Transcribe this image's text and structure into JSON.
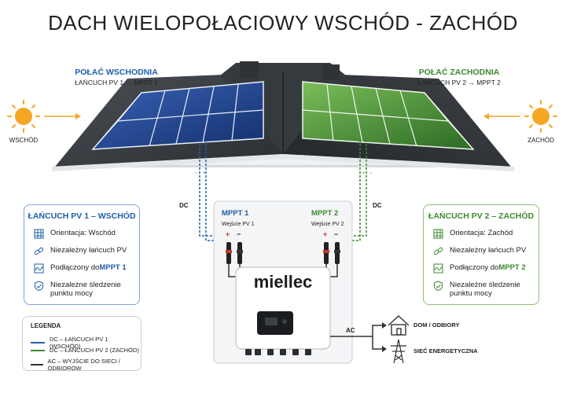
{
  "title": "DACH WIELOPOŁACIOWY WSCHÓD - ZACHÓD",
  "east_roof": {
    "title": "POŁAĆ WSCHODNIA",
    "subtitle": "ŁAŃCUCH PV 1 → MPPT 1"
  },
  "west_roof": {
    "title": "POŁAĆ ZACHODNIA",
    "subtitle": "ŁAŃCUCH PV 2 → MPPT 2"
  },
  "sun_left_label": "WSCHÓD",
  "sun_right_label": "ZACHÓD",
  "dc_left_label": "DC",
  "dc_right_label": "DC",
  "inverter": {
    "mppt1": "MPPT 1",
    "mppt2": "MPPT 2",
    "input1": "Wejście PV 1",
    "input2": "Wejście PV 2",
    "plus": "+",
    "minus": "−",
    "brand": "miellec"
  },
  "ac_label": "AC",
  "outputs": {
    "home": "DOM / ODBIORY",
    "grid": "SIEĆ ENERGETYCZNA"
  },
  "card_left": {
    "title": "ŁAŃCUCH PV 1 – WSCHÓD",
    "rows": [
      "Orientacja: Wschód",
      "Niezależny łańcuch PV",
      "Podłączony do ",
      "Niezależne śledzenie",
      "punktu mocy"
    ],
    "mppt": "MPPT 1"
  },
  "card_right": {
    "title": "ŁAŃCUCH PV 2 – ZACHÓD",
    "rows": [
      "Orientacja: Zachód",
      "Niezależny łańcuch PV",
      "Podłączony do ",
      "Niezależne śledzenie",
      "punktu mocy"
    ],
    "mppt": "MPPT 2"
  },
  "legend": {
    "title": "LEGENDA",
    "items": [
      "DC – ŁAŃCUCH PV 1 (WSCHÓD)",
      "DC – ŁAŃCUCH PV 2 (ZACHÓD)",
      "AC – WYJŚCIE DO SIECI / ODBIORÓW"
    ]
  },
  "colors": {
    "east": "#1f5fa8",
    "west": "#3d8a2f",
    "ac": "#333333",
    "sun": "#f5a623"
  }
}
